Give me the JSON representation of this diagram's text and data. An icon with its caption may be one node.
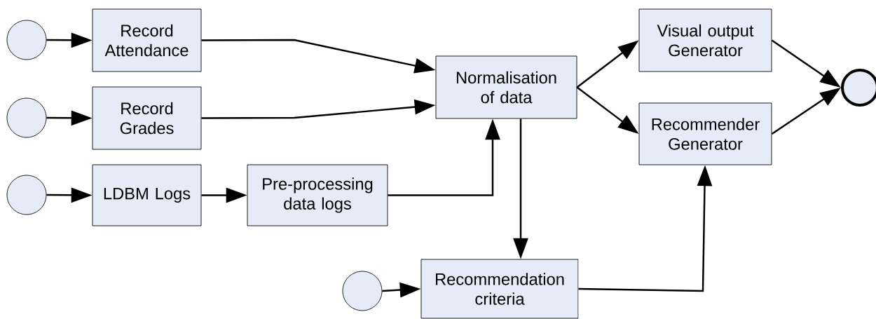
{
  "diagram": {
    "nodes": [
      {
        "text": [],
        "shape": "circle"
      },
      {
        "text": [
          "Record Attendance"
        ]
      },
      {
        "text": [],
        "shape": "circle"
      },
      {
        "text": [
          "Record Grades"
        ]
      },
      {
        "text": [],
        "shape": "circle"
      },
      {
        "text": [
          "LDBM Logs"
        ]
      },
      {
        "text": [
          "Pre-processing data logs"
        ]
      },
      {
        "text": [
          "Normalisation of data"
        ]
      },
      {
        "text": [
          "Visual output Generator"
        ]
      },
      {
        "text": [
          "Recommender Generator"
        ]
      },
      {
        "text": [],
        "shape": "circle"
      },
      {
        "text": [],
        "shape": "circle"
      },
      {
        "text": [
          "Recommendation criteria"
        ]
      }
    ],
    "edges": [
      {
        "from": 0,
        "to": 1,
        "arrow": "to"
      },
      {
        "from": 2,
        "to": 3,
        "arrow": "to"
      },
      {
        "from": 4,
        "to": 5,
        "arrow": "to"
      },
      {
        "from": 5,
        "to": 6,
        "arrow": "to"
      },
      {
        "from": 1,
        "to": 7,
        "arrow": "to"
      },
      {
        "from": 3,
        "to": 7,
        "arrow": "to"
      },
      {
        "from": 6,
        "to": 7,
        "arrow": "to"
      },
      {
        "from": 7,
        "to": 8,
        "arrow": "to"
      },
      {
        "from": 7,
        "to": 9,
        "arrow": "to"
      },
      {
        "from": 7,
        "to": 12,
        "arrow": "to"
      },
      {
        "from": 11,
        "to": 12,
        "arrow": "to"
      },
      {
        "from": 12,
        "to": 9,
        "arrow": "to"
      },
      {
        "from": 8,
        "to": 10,
        "arrow": "to"
      },
      {
        "from": 9,
        "to": 10,
        "arrow": "to"
      }
    ]
  }
}
